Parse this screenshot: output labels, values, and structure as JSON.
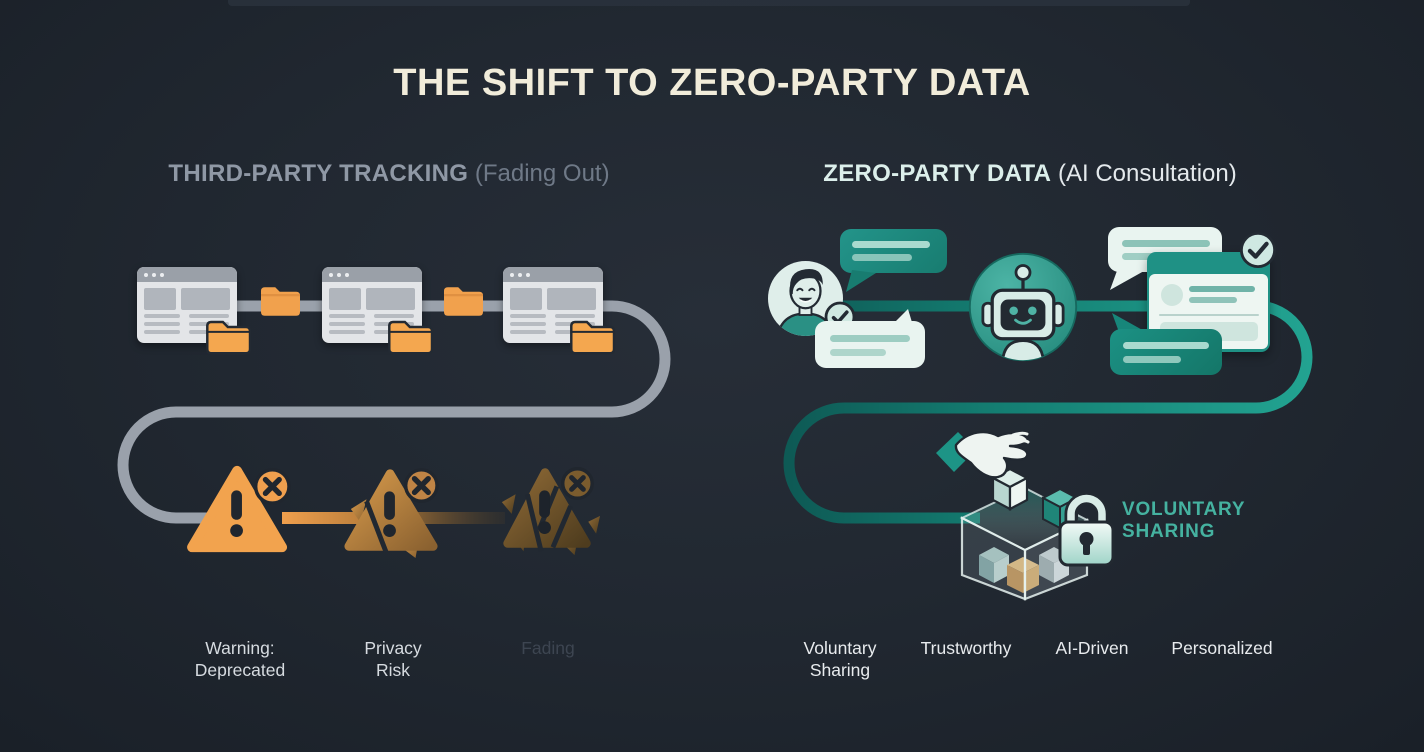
{
  "title": "THE SHIFT TO ZERO-PARTY DATA",
  "left_panel": {
    "heading": "THIRD-PARTY TRACKING",
    "heading_note": "(Fading Out)",
    "labels": [
      "Warning: Deprecated",
      "Privacy Risk",
      "Fading"
    ]
  },
  "right_panel": {
    "heading": "ZERO-PARTY DATA",
    "heading_note": "(AI Consultation)",
    "callout": "VOLUNTARY SHARING",
    "labels": [
      "Voluntary Sharing",
      "Trustworthy",
      "AI-Driven",
      "Personalized"
    ]
  },
  "icons": {
    "left_flow": [
      "browser-window",
      "folder",
      "warning-triangle",
      "x-badge"
    ],
    "right_flow": [
      "person-avatar",
      "check-badge",
      "chat-bubble",
      "robot",
      "chat-card",
      "hand-deposit",
      "data-box",
      "padlock"
    ]
  },
  "colors": {
    "background": "#212831",
    "title_text": "#f1ecda",
    "left_heading": "#8f98a5",
    "right_heading": "#dcefeb",
    "teal_accent": "#1f9185",
    "teal_deep": "#0f5a55",
    "mint": "#e9f4f0",
    "orange_accent": "#f2a24c",
    "gray_path": "#9aa1ab",
    "callout_text": "#45b2a0",
    "label_text": "#e8ebee",
    "faded_label_text": "#3d4551"
  }
}
